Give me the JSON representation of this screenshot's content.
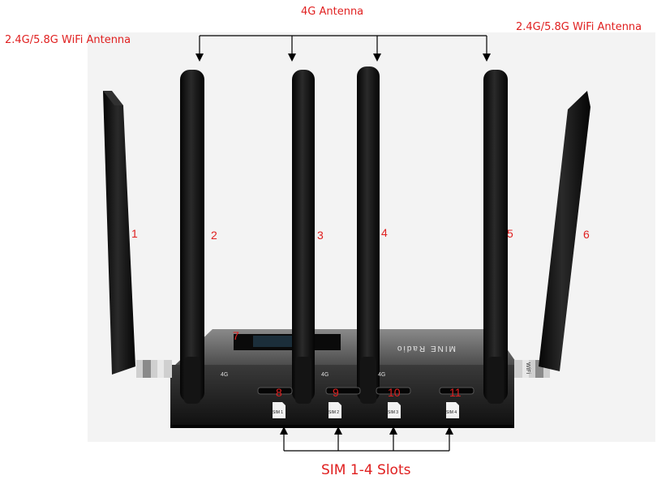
{
  "labels": {
    "antenna_4g": "4G Antenna",
    "wifi_left": "2.4G/5.8G WiFi Antenna",
    "wifi_right": "2.4G/5.8G WiFi Antenna",
    "sim_slots": "SIM 1-4 Slots"
  },
  "antenna_numbers": [
    "1",
    "2",
    "3",
    "4",
    "5",
    "6"
  ],
  "display_number": "7",
  "sim_numbers": [
    "8",
    "9",
    "10",
    "11"
  ],
  "sim_card_labels": [
    "SIM 1",
    "SIM 2",
    "SIM 3",
    "SIM 4"
  ],
  "port_marks": [
    "4G",
    "4G",
    "4G"
  ],
  "side_mark": "WiFi",
  "brand_text": "MINE Radio",
  "colors": {
    "label": "#e02020",
    "device_body": "#1c1c1c",
    "antenna": "#141414"
  }
}
